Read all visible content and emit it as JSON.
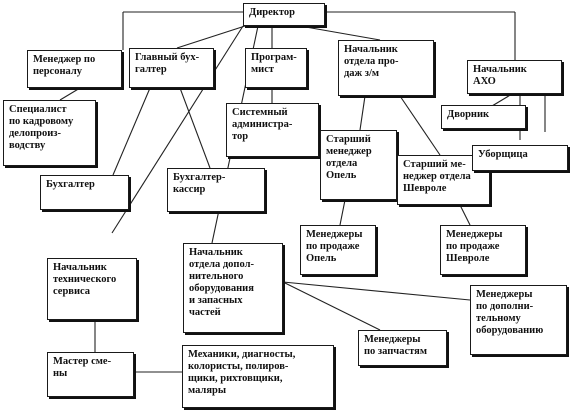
{
  "nodes": {
    "director": "Директор",
    "hr_manager": "Менеджер по\nперсоналу",
    "chief_accountant": "Главный бух-\nгалтер",
    "programmer": "Програм-\nмист",
    "sales_head": "Начальник\nотдела про-\nдаж з/м",
    "aho_head": "Начальник\nАХО",
    "hr_specialist": "Специалист\nпо кадровому\nделопроиз-\nводству",
    "sysadmin": "Системный\nадминистра-\nтор",
    "janitor": "Дворник",
    "senior_opel": "Старший\nменеджер\nотдела\nОпель",
    "senior_chevrolet": "Старший ме-\nнеджер отдела\nШевроле",
    "cleaner": "Уборщица",
    "accountant": "Бухгалтер",
    "cashier": "Бухгалтер-\nкассир",
    "opel_managers": "Менеджеры\nпо продаже\nОпель",
    "chevrolet_managers": "Менеджеры\nпо продаже\nШевроле",
    "service_head": "Начальник\nтехнического\nсервиса",
    "equipment_head": "Начальник\nотдела допол-\nнительного\nоборудования\nи запасных\nчастей",
    "equipment_managers": "Менеджеры\nпо дополни-\nтельному\nоборудованию",
    "parts_managers": "Менеджеры\nпо запчастям",
    "shift_master": "Мастер сме-\nны",
    "mechanics": "Механики, диагносты,\nколористы, полиров-\nщики, рихтовщики,\nмаляры"
  }
}
